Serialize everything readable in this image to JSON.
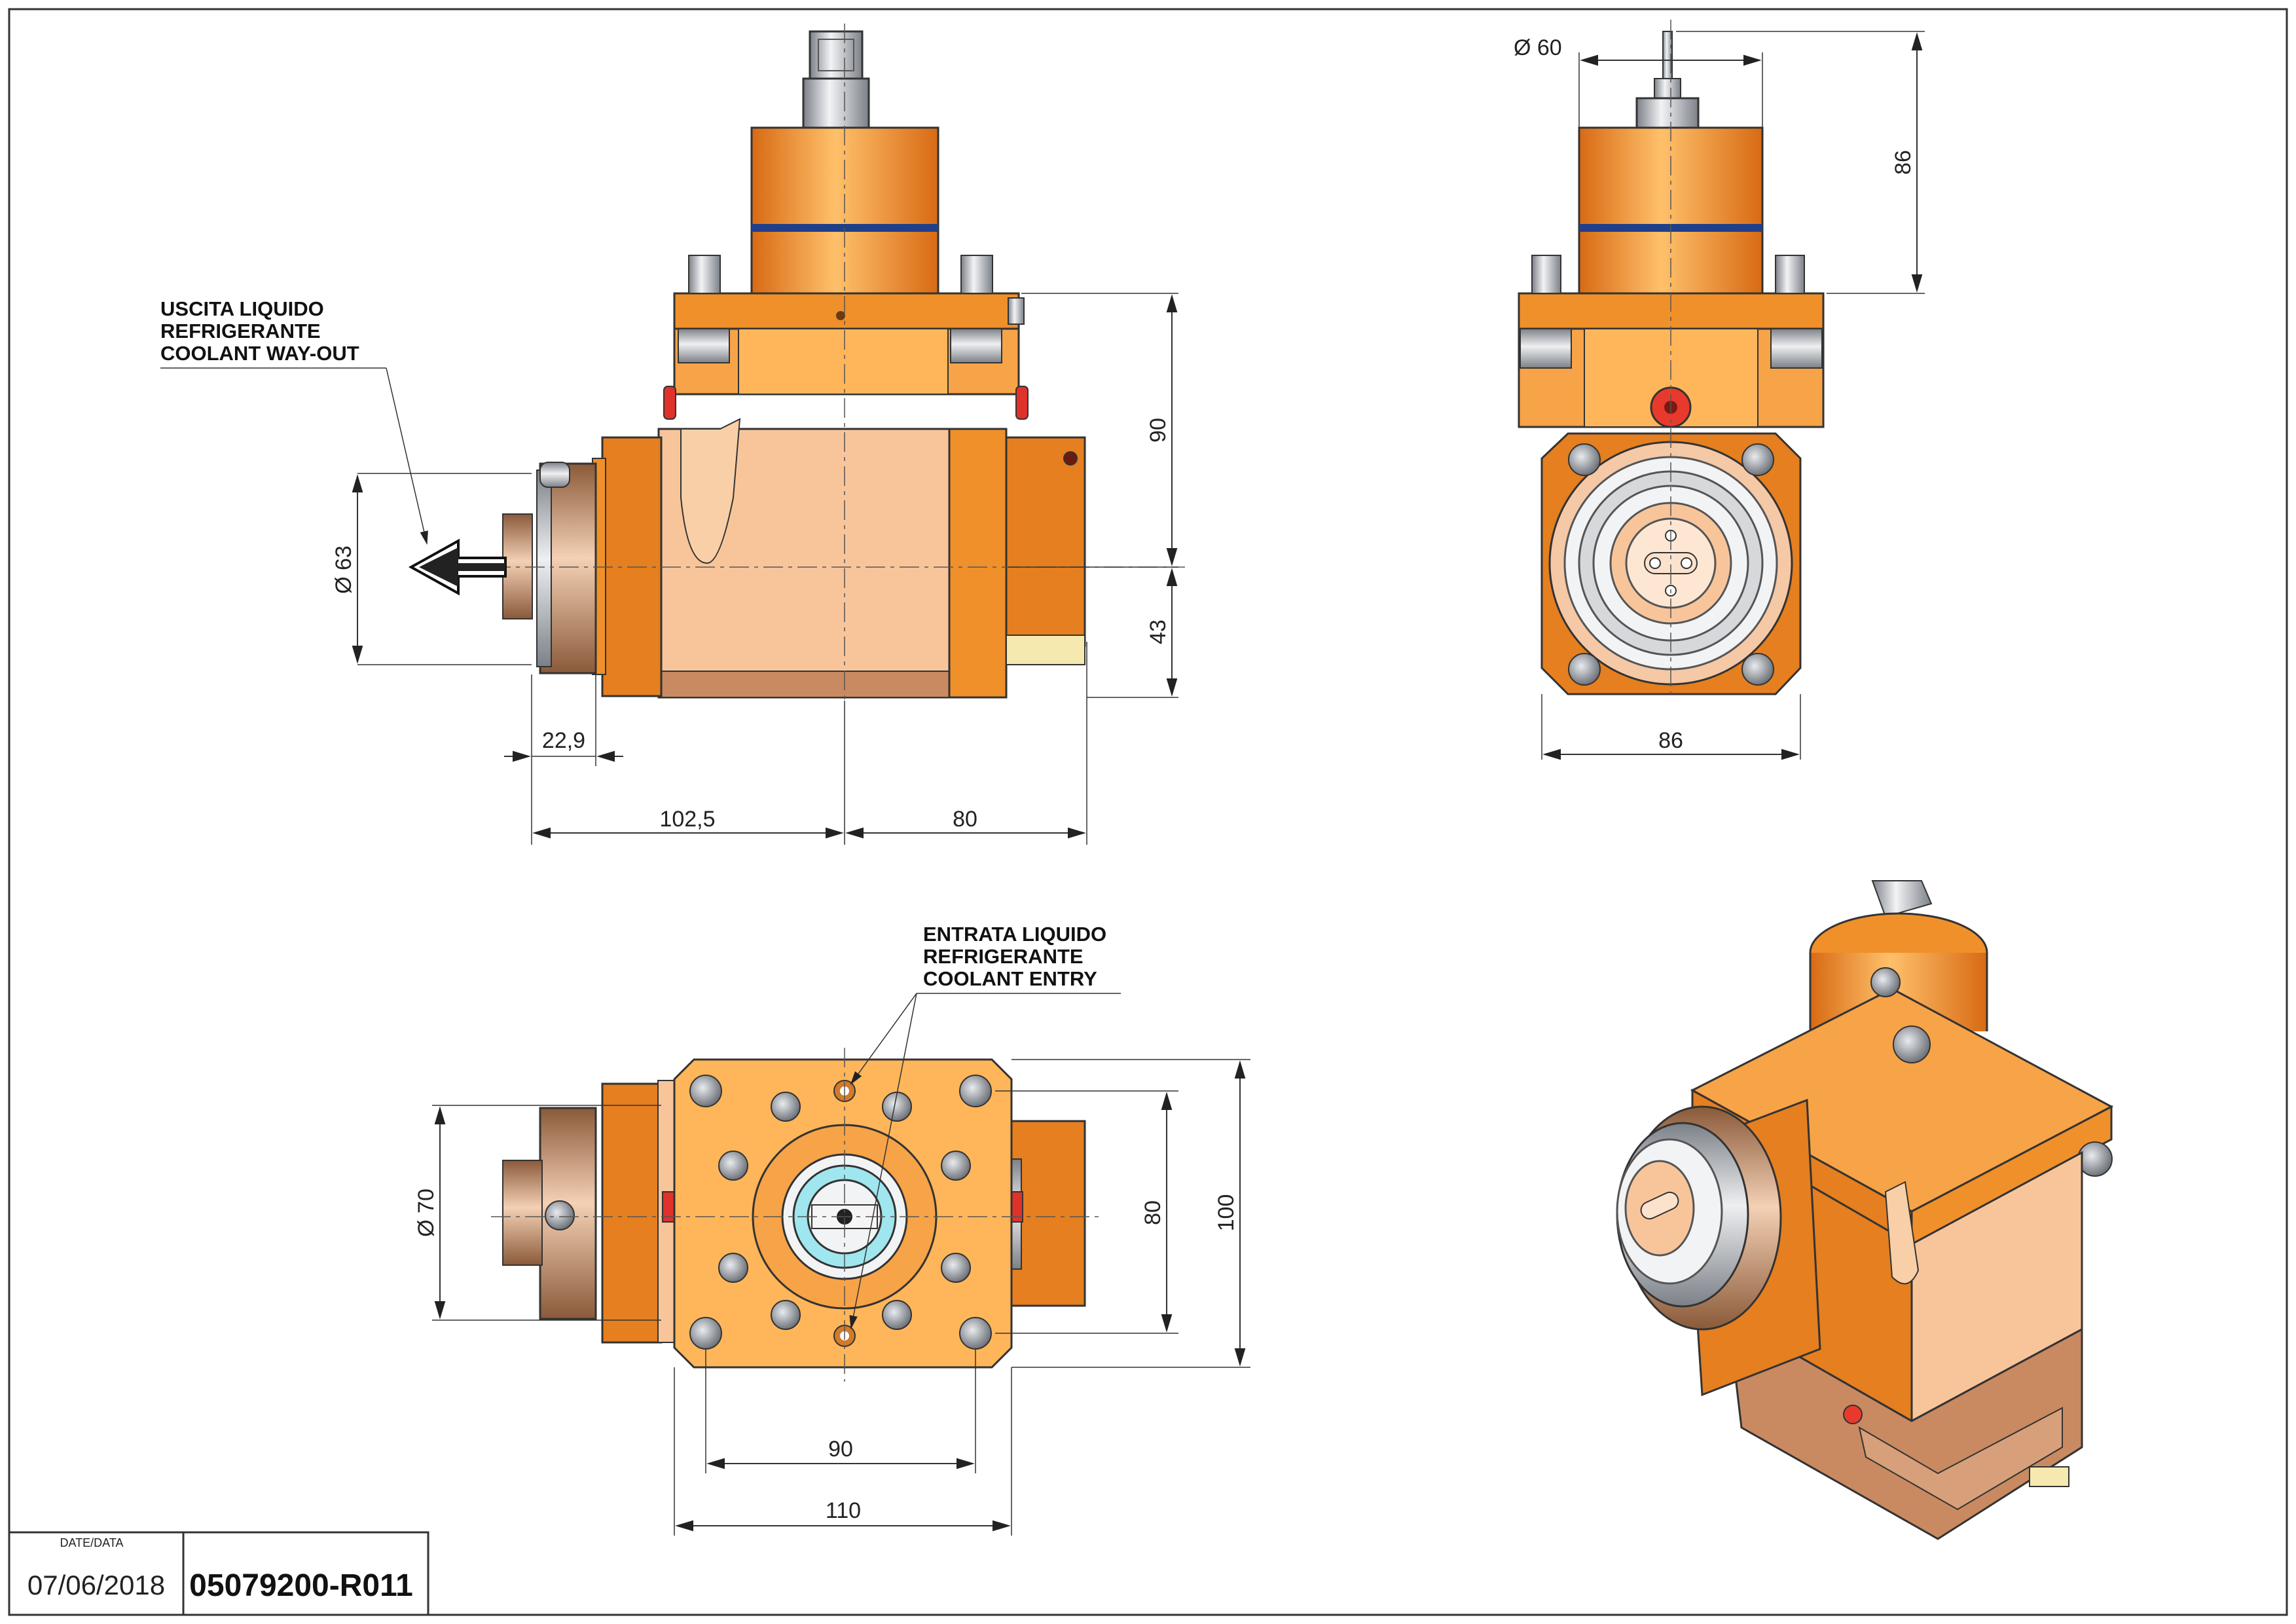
{
  "colors": {
    "orange_light": "#ffb65a",
    "orange_mid": "#f0902a",
    "orange_dark": "#c8621a",
    "salmon": "#f7c49a",
    "steel": "#b8bcc2",
    "blue_ring": "#1f3f8a",
    "bronze": "#c99a7a"
  },
  "notes": {
    "coolant_out": [
      "USCITA LIQUIDO",
      "REFRIGERANTE",
      "COOLANT WAY-OUT"
    ],
    "coolant_in": [
      "ENTRATA LIQUIDO",
      "REFRIGERANTE",
      "COOLANT ENTRY"
    ]
  },
  "dimensions": {
    "front": {
      "d63": "Ø 63",
      "h90": "90",
      "h43": "43",
      "w22_9": "22,9",
      "w102_5": "102,5",
      "w80": "80"
    },
    "side": {
      "d60": "Ø 60",
      "h86": "86",
      "w86": "86"
    },
    "bottom": {
      "d70": "Ø 70",
      "h80": "80",
      "h100": "100",
      "w90": "90",
      "w110": "110"
    }
  },
  "title_block": {
    "date_label": "DATE/DATA",
    "date": "07/06/2018",
    "code": "05079200-R011"
  }
}
